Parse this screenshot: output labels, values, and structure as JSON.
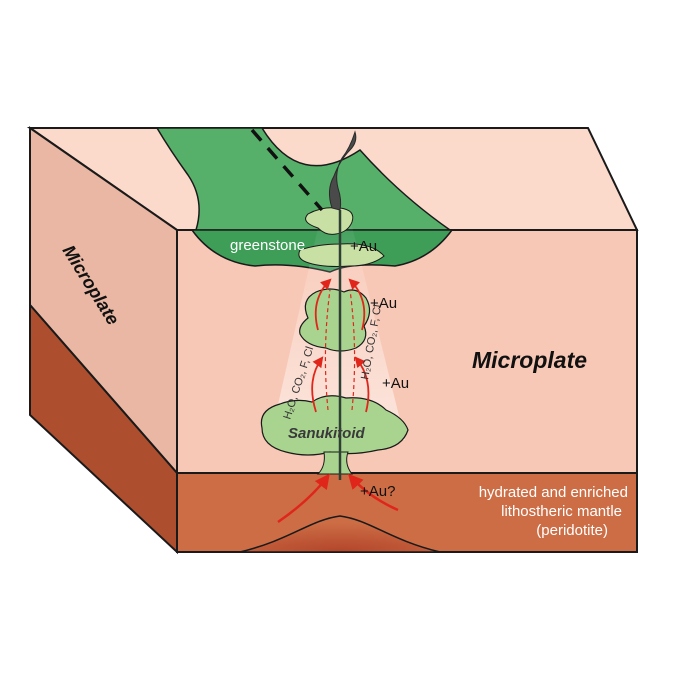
{
  "labels": {
    "microplate_side": "Microplate",
    "microplate_front": "Microplate",
    "greenstone": "greenstone",
    "au_1": "+Au",
    "au_2": "+Au",
    "au_3": "+Au",
    "au_4": "+Au?",
    "sanukitoid": "Sanukitoid",
    "fluids_left": "H₂O, CO₂, F, Cl",
    "fluids_right": "H₂O, CO₂, F, Cl",
    "mantle_line1": "hydrated and enriched",
    "mantle_line2": "lithostheric mantle",
    "mantle_line3": "(peridotite)"
  },
  "colors": {
    "crust": "#f8c8b6",
    "crust_top": "#fbd9cb",
    "crust_side": "#e9b7a4",
    "mantle": "#cc6d45",
    "mantle_side": "#ad4f2f",
    "greenstone": "#3e9e58",
    "greenstone_light": "#7cc183",
    "sanukitoid": "#a9d48f",
    "arrows": "#e0261b",
    "outline": "#1a1a1a"
  }
}
